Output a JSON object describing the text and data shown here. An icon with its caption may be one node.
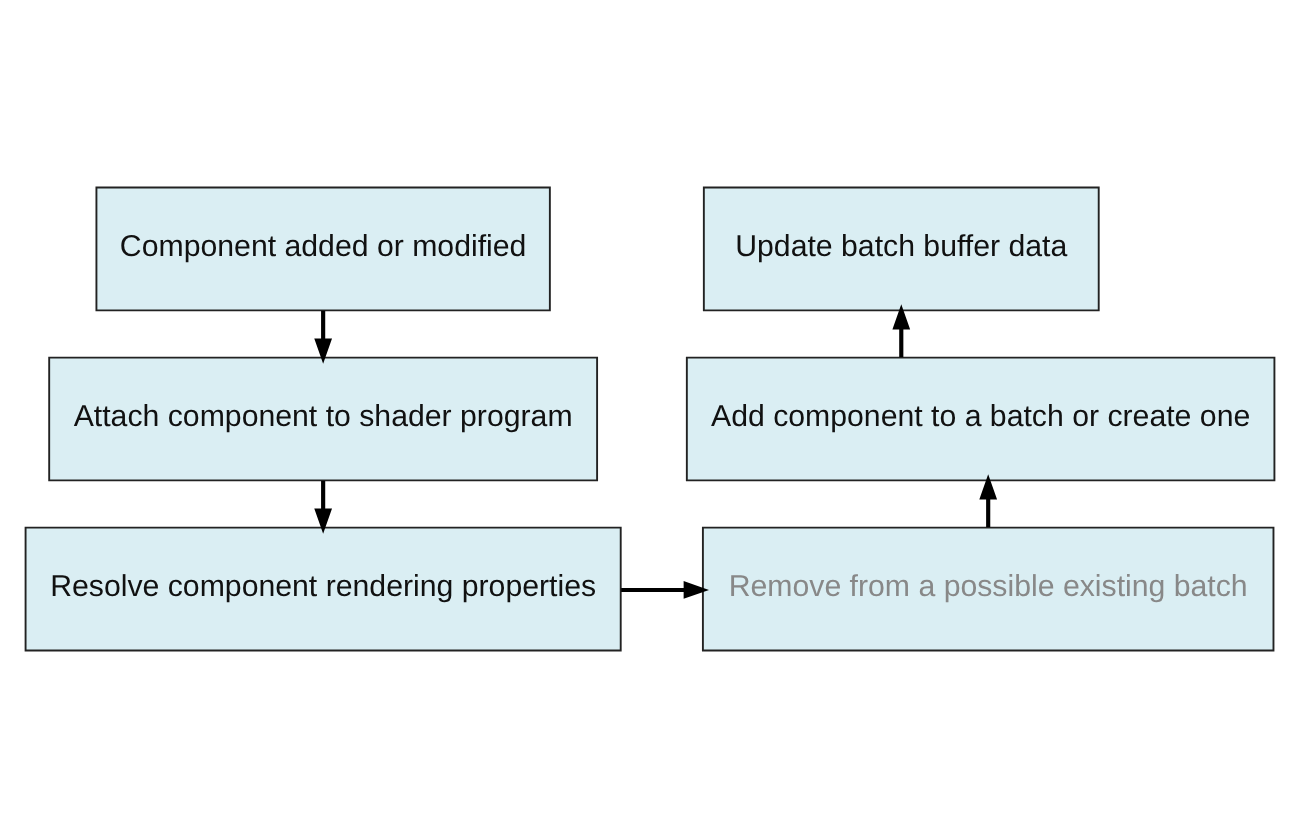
{
  "diagram": {
    "nodes": [
      {
        "text": [
          "Component added or modified"
        ]
      },
      {
        "text": [
          "Update batch buffer data"
        ]
      },
      {
        "text": [
          "Attach component to shader program"
        ]
      },
      {
        "text": [
          "Add component to a batch or create one"
        ]
      },
      {
        "text": [
          "Resolve component rendering properties"
        ]
      },
      {
        "text": [
          "Remove from a possible existing batch"
        ]
      }
    ],
    "edges": [
      {
        "from": 0,
        "to": 2,
        "arrow": "to"
      },
      {
        "from": 2,
        "to": 4,
        "arrow": "to"
      },
      {
        "from": 4,
        "to": 5,
        "arrow": "to"
      },
      {
        "from": 5,
        "to": 3,
        "arrow": "to"
      },
      {
        "from": 3,
        "to": 1,
        "arrow": "to"
      }
    ]
  }
}
